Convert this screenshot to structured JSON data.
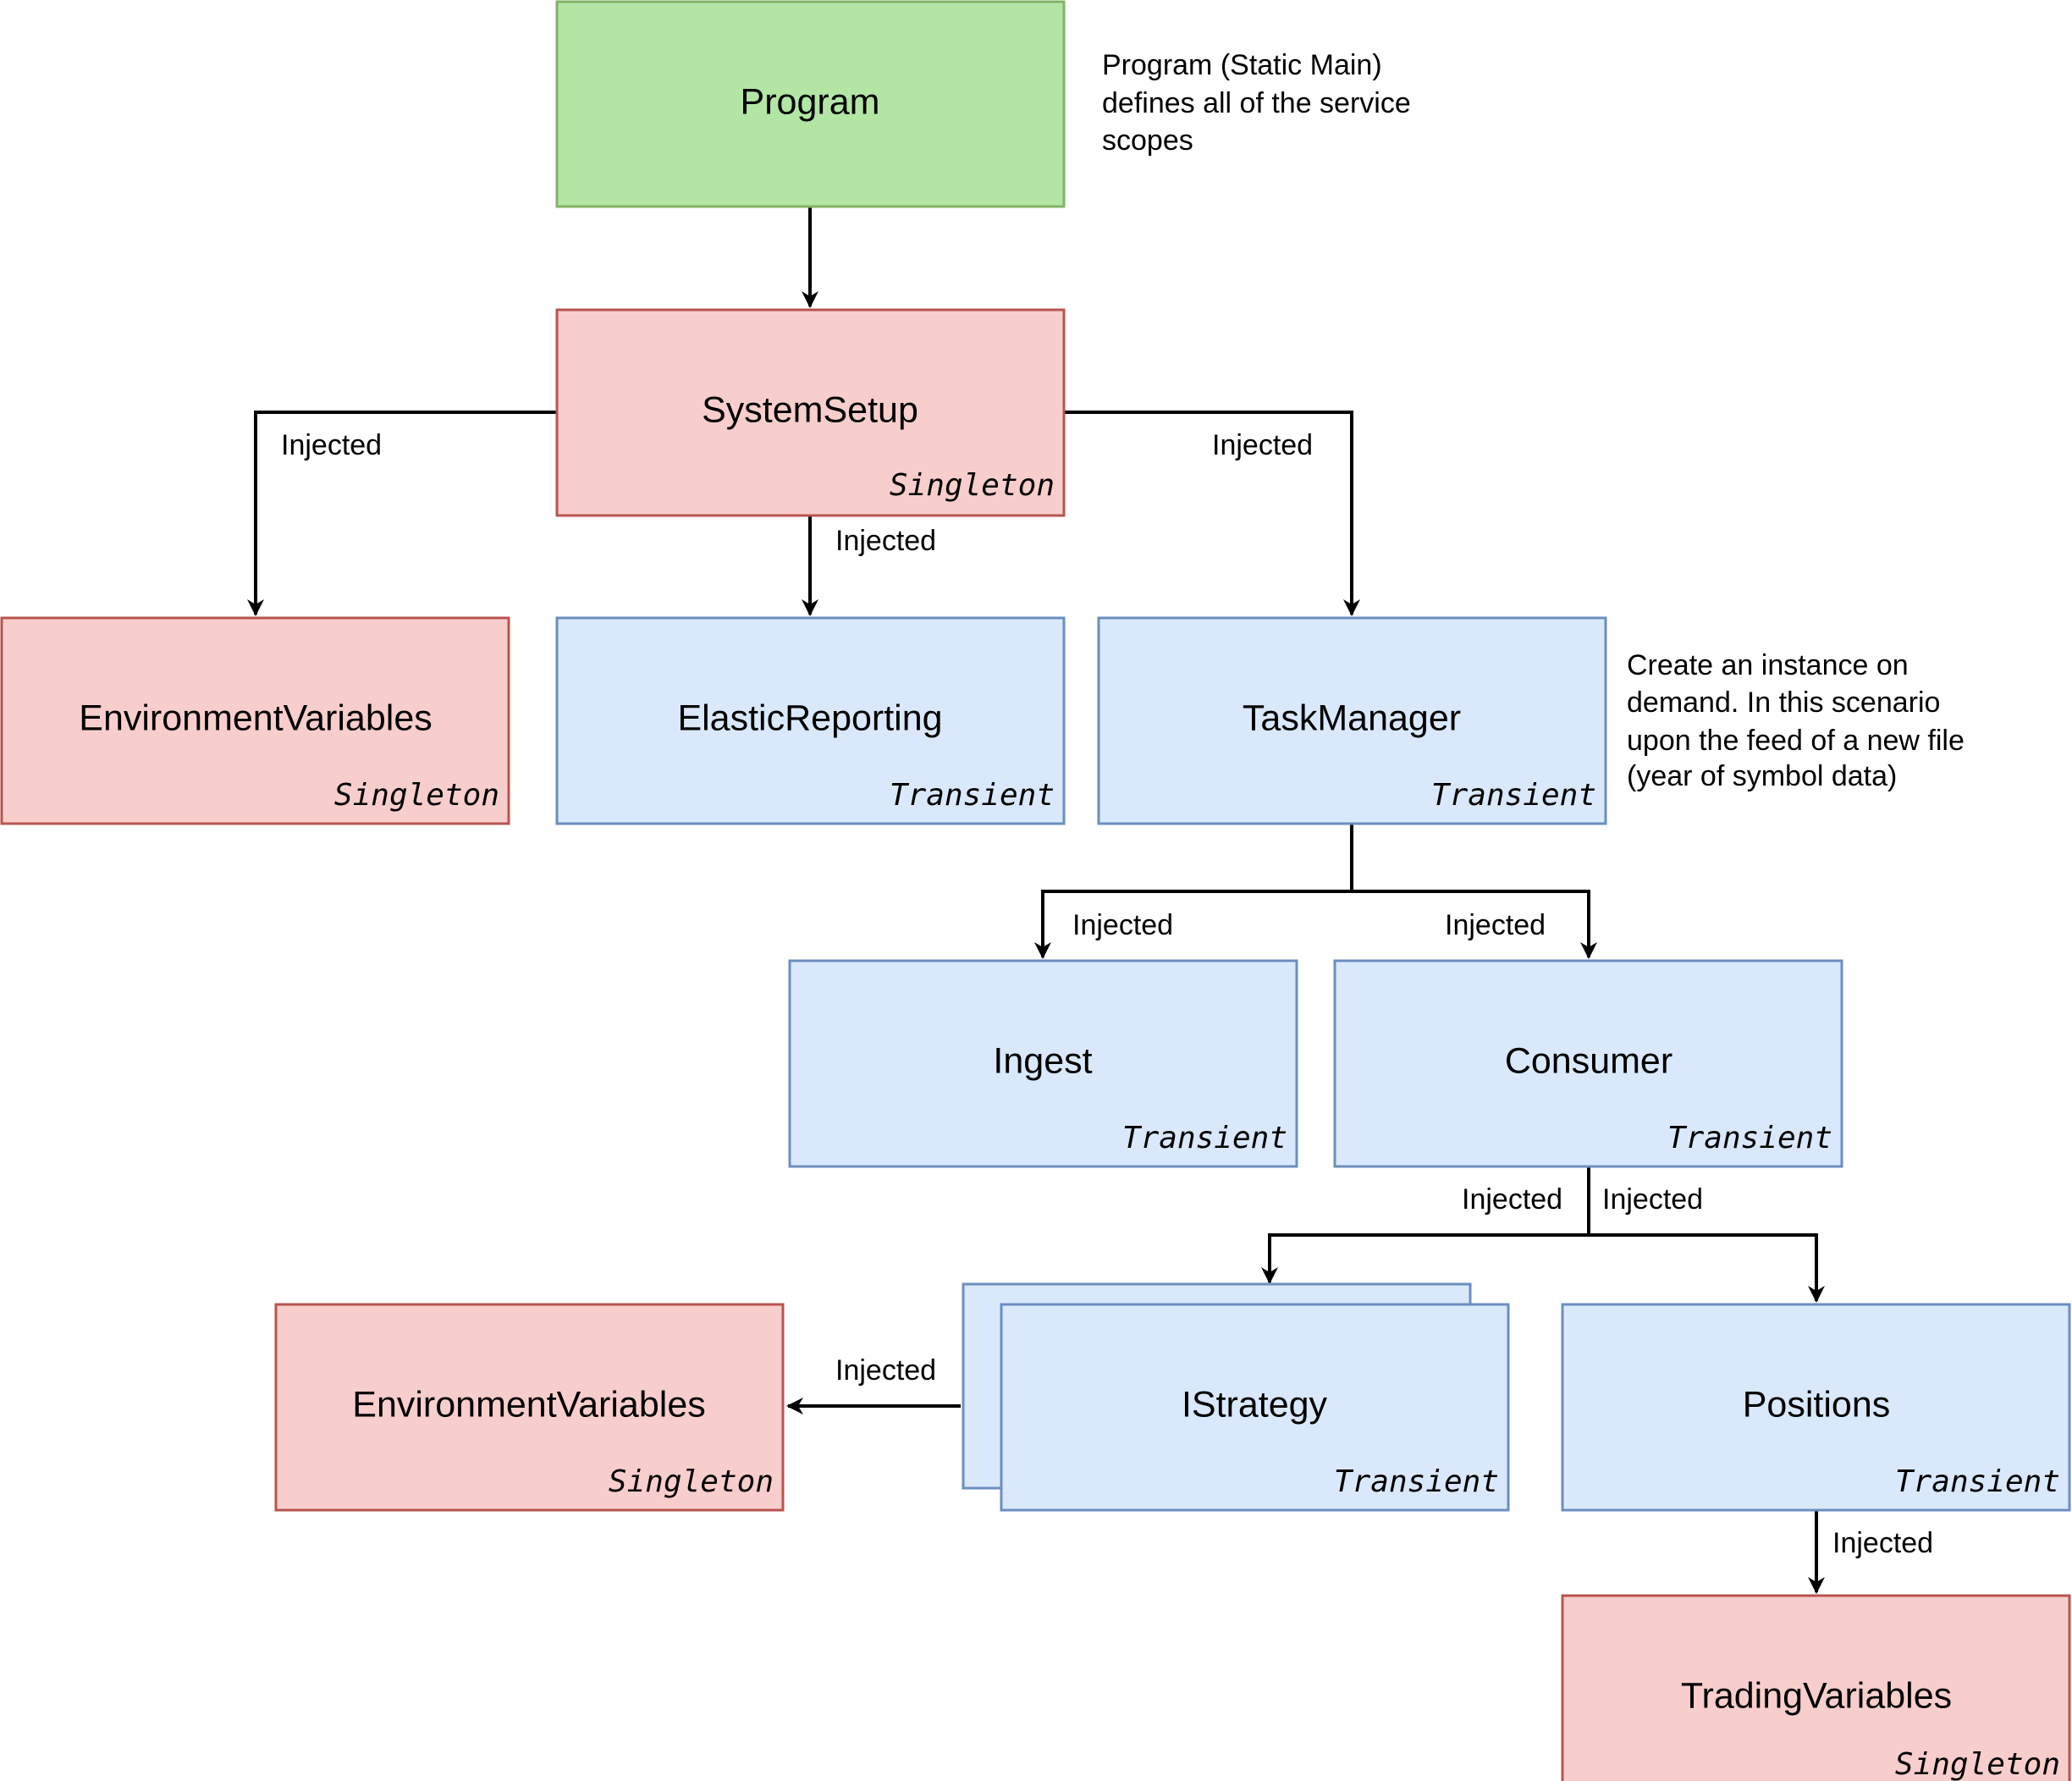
{
  "colors": {
    "program_fill": "#b3e6a5",
    "program_stroke": "#82b366",
    "singleton_fill": "#f8cecc",
    "singleton_stroke": "#b85450",
    "transient_fill": "#dae8fc",
    "transient_stroke": "#6c8ebf",
    "edge": "#000000"
  },
  "nodes": {
    "program": {
      "name": "Program",
      "scope": ""
    },
    "system_setup": {
      "name": "SystemSetup",
      "scope": "Singleton"
    },
    "environment_variables_top": {
      "name": "EnvironmentVariables",
      "scope": "Singleton"
    },
    "elastic_reporting": {
      "name": "ElasticReporting",
      "scope": "Transient"
    },
    "task_manager": {
      "name": "TaskManager",
      "scope": "Transient"
    },
    "ingest": {
      "name": "Ingest",
      "scope": "Transient"
    },
    "consumer": {
      "name": "Consumer",
      "scope": "Transient"
    },
    "istrategy": {
      "name": "IStrategy",
      "scope": "Transient"
    },
    "positions": {
      "name": "Positions",
      "scope": "Transient"
    },
    "environment_variables_bottom": {
      "name": "EnvironmentVariables",
      "scope": "Singleton"
    },
    "trading_variables": {
      "name": "TradingVariables",
      "scope": "Singleton"
    }
  },
  "edge_labels": {
    "setup_to_env": "Injected",
    "setup_to_elastic": "Injected",
    "setup_to_task": "Injected",
    "task_to_ingest": "Injected",
    "task_to_consumer": "Injected",
    "consumer_to_strategy": "Injected",
    "consumer_to_positions": "Injected",
    "strategy_to_env": "Injected",
    "positions_to_trading": "Injected"
  },
  "notes": {
    "program_note": [
      "Program (Static Main)",
      "defines all of the service",
      "scopes"
    ],
    "task_manager_note": [
      "Create an instance on",
      "demand. In this scenario",
      "upon the feed of a new file",
      "(year of symbol data)"
    ]
  }
}
